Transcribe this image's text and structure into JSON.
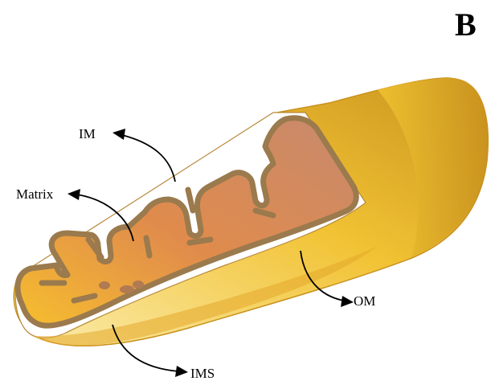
{
  "panel_letter": "B",
  "labels": {
    "im": "IM",
    "matrix": "Matrix",
    "om": "OM",
    "ims": "IMS"
  },
  "colors": {
    "outer_membrane_light": "#fbecae",
    "outer_membrane_mid": "#f1c233",
    "outer_membrane_dark": "#c8911e",
    "membrane_outline": "#a9773f",
    "matrix_yellow": "#f7be2e",
    "matrix_orange": "#e08b4c",
    "matrix_brown": "#c78a6d",
    "inner_membrane": "#9b7a4d",
    "intermembrane_space": "#ffffff"
  }
}
